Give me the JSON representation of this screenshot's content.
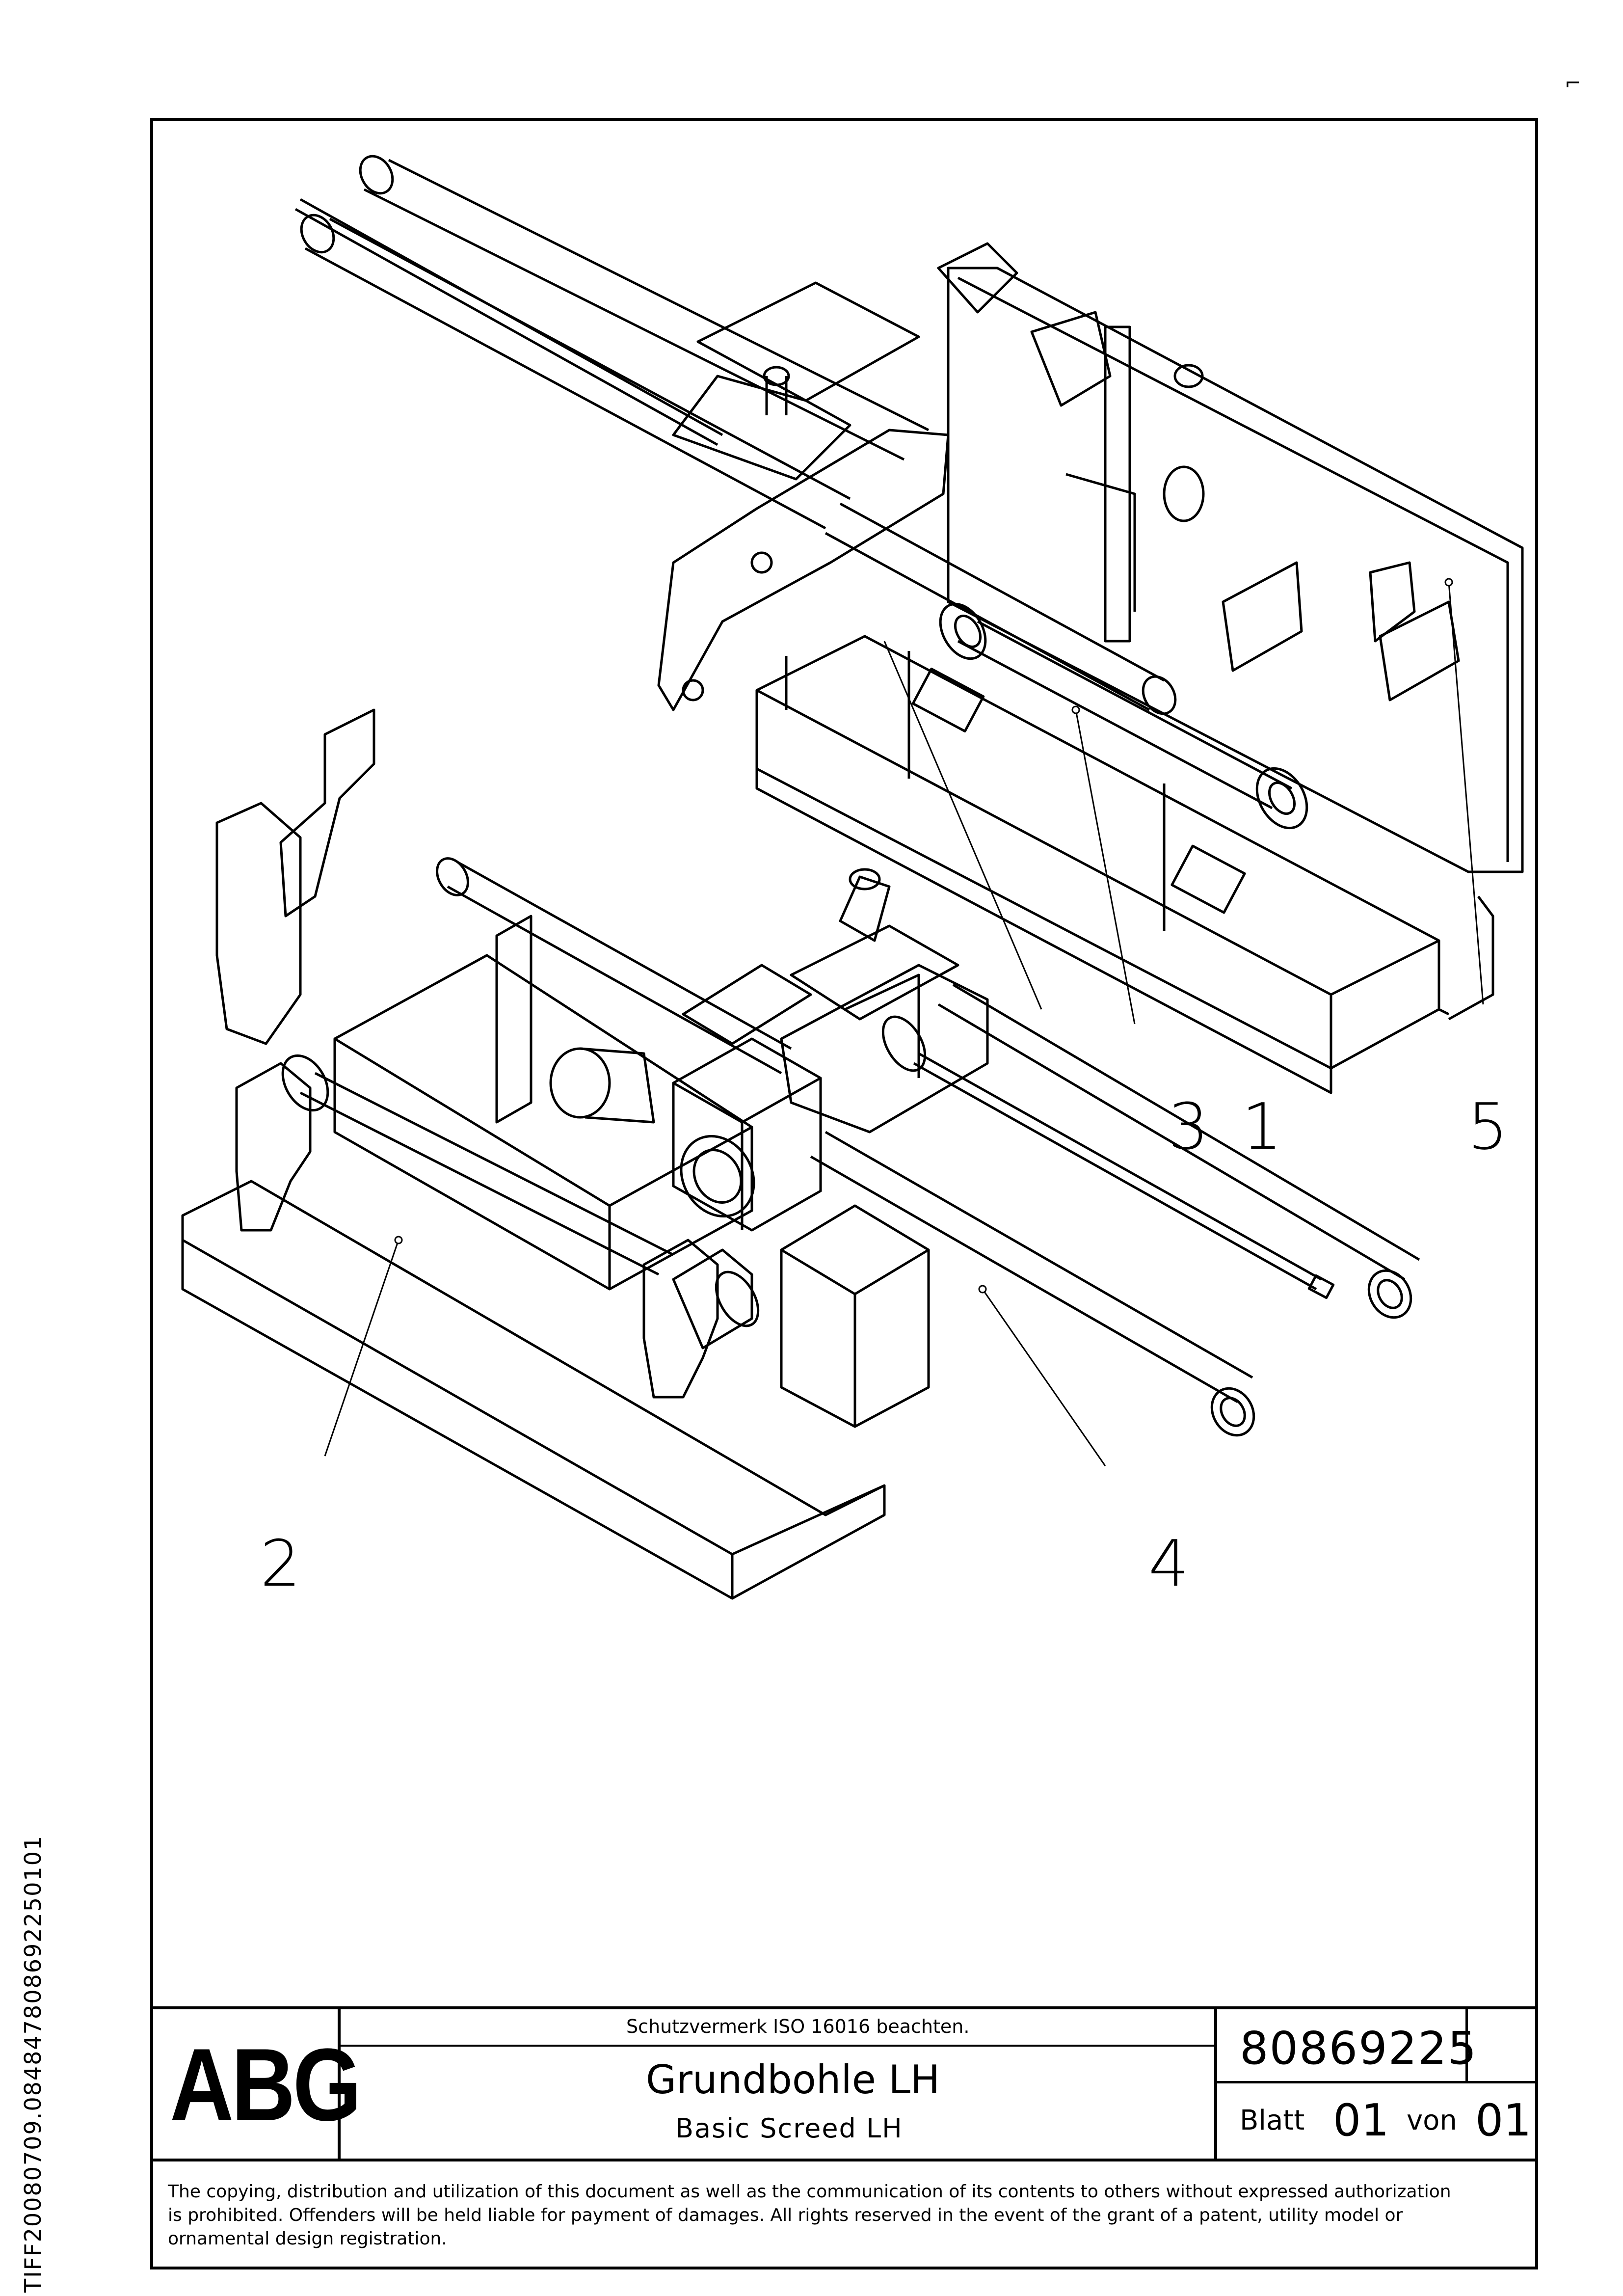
{
  "side_label": "TIFF20080709.084847808692250101",
  "callouts": [
    "3",
    "1",
    "5",
    "2",
    "4"
  ],
  "title_block": {
    "logo": "ABG",
    "notice": "Schutzvermerk ISO 16016 beachten.",
    "title_de": "Grundbohle LH",
    "title_en": "Basic Screed LH",
    "doc_number": "80869225",
    "sheet_label": "Blatt",
    "sheet_value": "01",
    "of_label": "von",
    "of_value": "01"
  },
  "copyright": [
    "The copying, distribution and utilization of this document as well as the communication of its contents to others without expressed authorization",
    "is prohibited. Offenders will be held liable for payment of damages. All rights reserved in the event of the grant of a patent, utility model or",
    "ornamental design registration."
  ]
}
